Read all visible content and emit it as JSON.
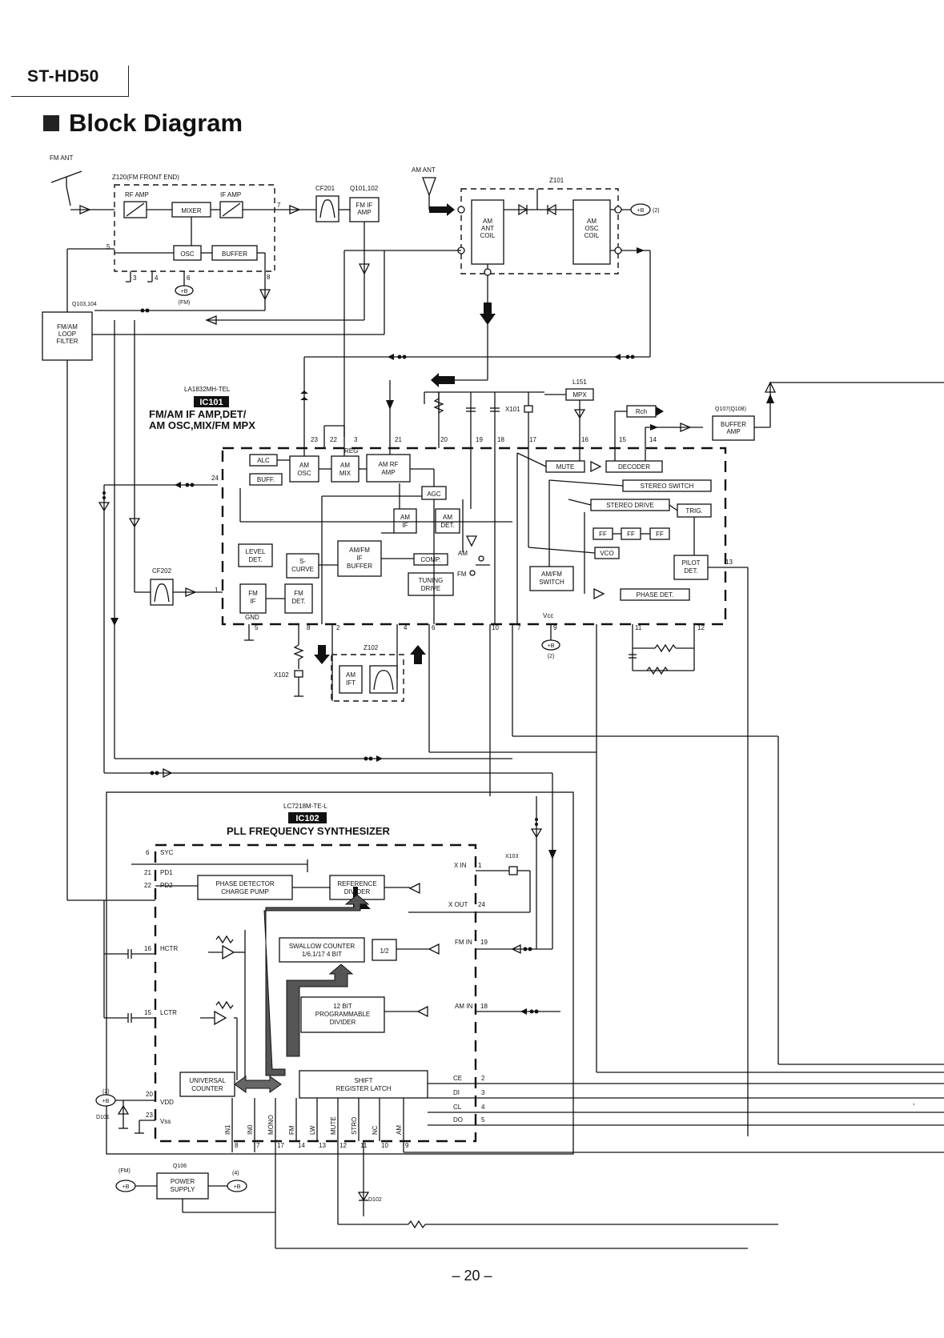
{
  "header": {
    "model": "ST-HD50",
    "title": "Block Diagram"
  },
  "footer": {
    "page": "– 20 –"
  },
  "diagram": {
    "fm_ant": "FM ANT",
    "am_ant": "AM ANT",
    "z120": "Z120(FM FRONT END)",
    "rf_amp": "RF AMP",
    "if_amp": "IF AMP",
    "mixer": "MIXER",
    "osc": "OSC",
    "buffer": "BUFFER",
    "cf201": "CF201",
    "q101": "Q101,102",
    "fm_if_amp": "FM IF AMP",
    "z101": "Z101",
    "am_ant_coil": "AM ANT COIL",
    "am_osc_coil": "AM OSC COIL",
    "q103": "Q103,104",
    "loop_filter": "FM/AM LOOP FILTER",
    "plus_b": "+B",
    "fm": "(FM)",
    "two": "(2)",
    "four": "(4)",
    "ic101_part": "LA1832MH-TEL",
    "ic101": "IC101",
    "ic101_desc1": "FM/AM IF AMP,DET/",
    "ic101_desc2": "AM OSC,MIX/FM MPX",
    "l151": "L151",
    "mpx": "MPX",
    "x101": "X101",
    "rch": "Rch",
    "q107": "Q107(Q108)",
    "buffer_amp": "BUFFER AMP",
    "alc": "ALC",
    "buff": "BUFF.",
    "am_osc": "AM OSC",
    "am_mix": "AM MIX",
    "reg": "REG",
    "am_rf_amp": "AM RF AMP",
    "agc": "AGC",
    "am_if": "AM IF",
    "am_det": "AM DET.",
    "mute": "MUTE",
    "decoder": "DECODER",
    "stereo_switch": "STEREO SWITCH",
    "stereo_drive": "STEREO DRIVE",
    "trig": "TRIG.",
    "ff": "FF",
    "vco": "VCO",
    "pilot_det": "PILOT DET.",
    "phase_det": "PHASE DET.",
    "amfm_switch": "AM/FM SWITCH",
    "level_det": "LEVEL DET.",
    "s_curve": "S- CURVE",
    "amfm_if_buffer": "AM/FM IF BUFFER",
    "comp": "COMP.",
    "tuning_drive": "TUNING DRIVE",
    "fm_if": "FM IF",
    "fm_det": "FM DET.",
    "gnd": "GND",
    "cf202": "CF202",
    "am_lbl": "AM",
    "fm_lbl": "FM",
    "vcc": "Vcc",
    "z102": "Z102",
    "am_ift": "AM IFT",
    "x102": "X102",
    "ic102_part": "LC7218M-TE-L",
    "ic102": "IC102",
    "ic102_desc": "PLL FREQUENCY SYNTHESIZER",
    "syc": "SYC",
    "pd1": "PD1",
    "pd2": "PD2",
    "phase_detector": "PHASE DETECTOR CHARGE PUMP",
    "reference_divider": "REFERENCE DIVIDER",
    "x_in": "X IN",
    "x_out": "X OUT",
    "x103": "X103",
    "hctr": "HCTR",
    "lctr": "LCTR",
    "swallow": "SWALLOW COUNTER 1/6,1/17 4 BIT",
    "half": "1/2",
    "fm_in": "FM IN",
    "am_in": "AM IN",
    "prog_divider": "12 BIT PROGRAMMABLE DIVIDER",
    "universal_counter": "UNIVERSAL COUNTER",
    "shift_register": "SHIFT REGISTER LATCH",
    "vdd": "VDD",
    "vss": "Vss",
    "d101": "D101",
    "ce": "CE",
    "di": "DI",
    "cl": "CL",
    "do": "DO",
    "bottom_pins": [
      "IN1",
      "IN0",
      "MONO",
      "FM",
      "LW",
      "MUTE",
      "STRO",
      "NC",
      "AM"
    ],
    "q106": "Q106",
    "power_supply": "POWER SUPPLY",
    "d102": "D102"
  }
}
